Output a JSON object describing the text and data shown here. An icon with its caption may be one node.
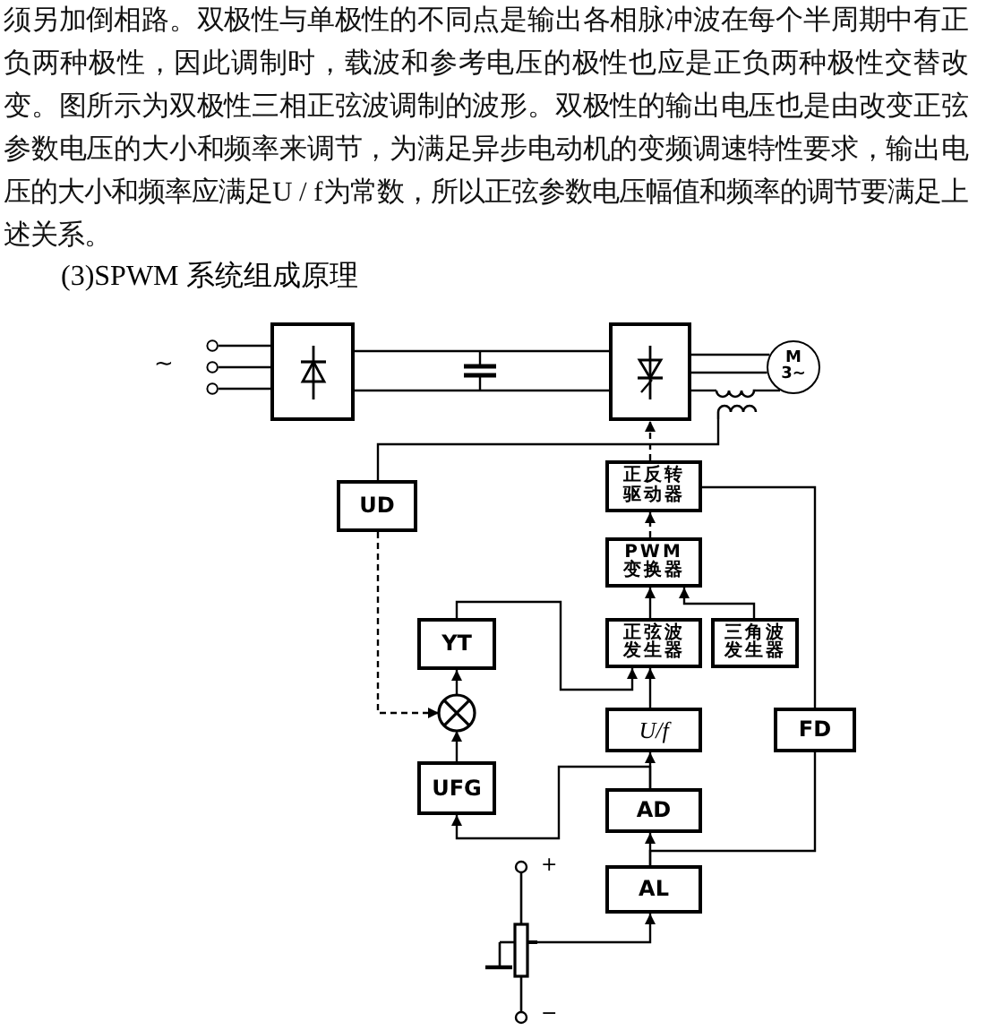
{
  "diagram": {
    "title": "(3)SPWM 系统组成原理",
    "nodes": [
      {
        "text": [],
        "shape": "box"
      },
      {
        "text": [],
        "shape": "box"
      },
      {
        "text": [
          "M 3~"
        ]
      },
      {
        "text": [],
        "shape": "coil"
      },
      {
        "text": [
          "正反转驱动器"
        ]
      },
      {
        "text": [
          "UD"
        ]
      },
      {
        "text": [
          "PWM 变换器"
        ]
      },
      {
        "text": [
          "YT"
        ]
      },
      {
        "text": [
          "正弦波发生器"
        ]
      },
      {
        "text": [
          "三角波发生器"
        ]
      },
      {
        "text": [],
        "shape": "circle"
      },
      {
        "text": [
          "U/f"
        ]
      },
      {
        "text": [
          "FD"
        ]
      },
      {
        "text": [
          "UFG"
        ]
      },
      {
        "text": [
          "AD"
        ]
      },
      {
        "text": [
          "AL"
        ]
      },
      {
        "text": [],
        "shape": "potentiometer",
        "beside": [
          "+",
          "−"
        ]
      }
    ],
    "edges": [
      {
        "from": null,
        "to": 0,
        "arrow": "other"
      },
      {
        "from": null,
        "to": 0,
        "arrow": "other"
      },
      {
        "from": null,
        "to": 0,
        "arrow": "other"
      },
      {
        "from": 0,
        "to": 1,
        "arrow": "none"
      },
      {
        "from": 0,
        "to": 1,
        "arrow": "none"
      },
      {
        "from": 1,
        "to": 2,
        "arrow": "none"
      },
      {
        "from": 1,
        "to": 2,
        "arrow": "none"
      },
      {
        "from": 1,
        "to": 3,
        "arrow": "none"
      },
      {
        "from": 3,
        "to": 2,
        "arrow": "none"
      },
      {
        "from": 3,
        "to": 5,
        "arrow": "none"
      },
      {
        "from": 4,
        "to": 1,
        "arrow": "to",
        "style": "dashed"
      },
      {
        "from": 6,
        "to": 4,
        "arrow": "to",
        "style": "dashed"
      },
      {
        "from": 8,
        "to": 6,
        "arrow": "to"
      },
      {
        "from": 9,
        "to": 6,
        "arrow": "to"
      },
      {
        "from": 7,
        "to": 8,
        "arrow": "to"
      },
      {
        "from": 10,
        "to": 7,
        "arrow": "to"
      },
      {
        "from": 5,
        "to": 10,
        "arrow": "to",
        "style": "dashed"
      },
      {
        "from": 11,
        "to": 8,
        "arrow": "to"
      },
      {
        "from": 12,
        "to": 4,
        "arrow": "none"
      },
      {
        "from": 13,
        "to": 10,
        "arrow": "to"
      },
      {
        "from": 14,
        "to": 11,
        "arrow": "to"
      },
      {
        "from": 14,
        "to": 13,
        "arrow": "to"
      },
      {
        "from": 15,
        "to": 14,
        "arrow": "to"
      },
      {
        "from": 15,
        "to": 12,
        "arrow": "none"
      },
      {
        "from": 16,
        "to": 15,
        "arrow": "to"
      }
    ],
    "labels": [
      "须另加倒相路。双极性与单极性的不同点是输出各相脉冲波在每个半周期中有正负两种极性，因此调制时，载波和参考电压的极性也应是正负两种极性交替改变。图所示为双极性三相正弦波调制的波形。双极性的输出电压也是由改变正弦参数电压的大小和频率来调节，为满足异步电动机的变频调速特性要求，输出电压的大小和频率应满足U / f为常数，所以正弦参数电压幅值和频率的调节要满足上述关系。",
      "~"
    ]
  }
}
